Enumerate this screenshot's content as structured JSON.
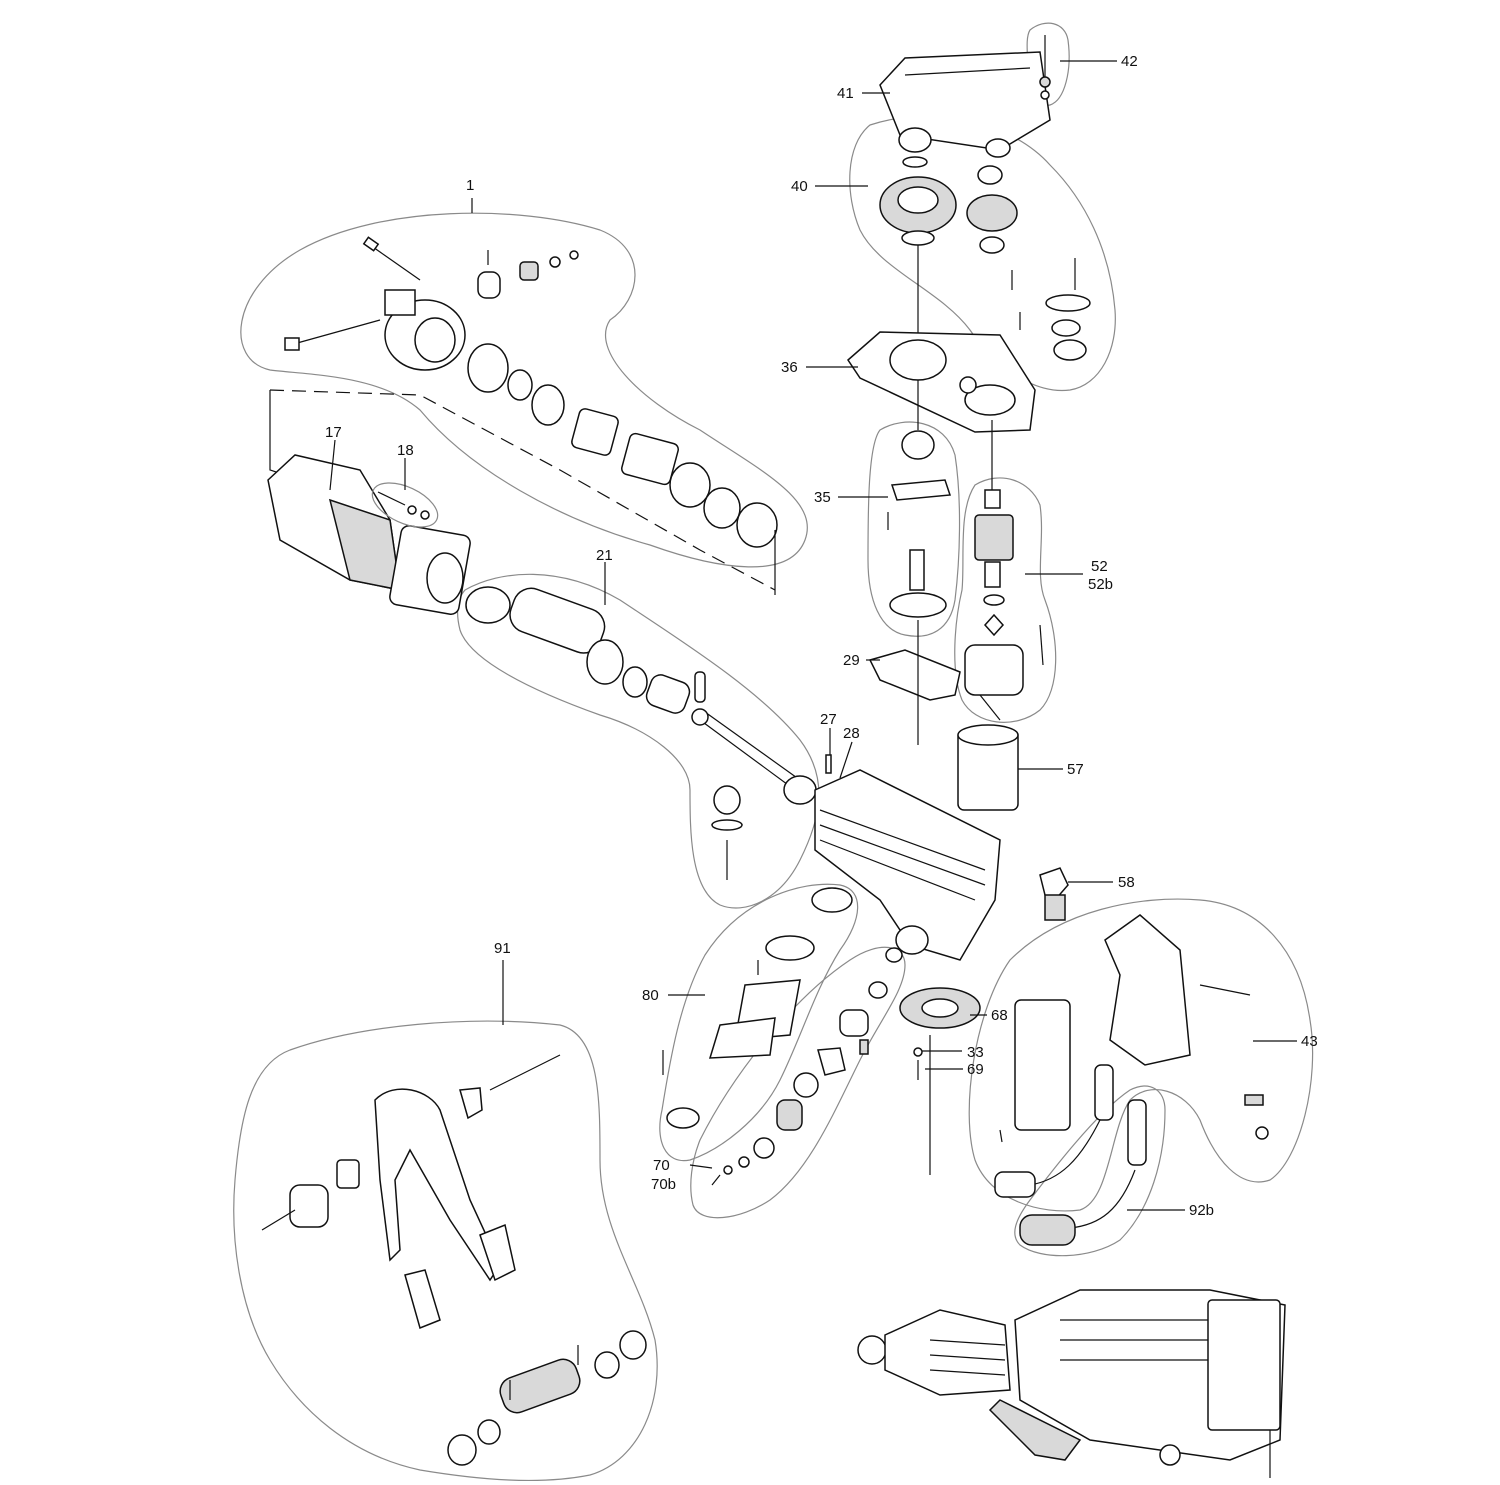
{
  "callouts": [
    {
      "id": "1",
      "text": "1"
    },
    {
      "id": "17",
      "text": "17"
    },
    {
      "id": "18",
      "text": "18"
    },
    {
      "id": "21",
      "text": "21"
    },
    {
      "id": "27",
      "text": "27"
    },
    {
      "id": "28",
      "text": "28"
    },
    {
      "id": "29",
      "text": "29"
    },
    {
      "id": "33",
      "text": "33"
    },
    {
      "id": "35",
      "text": "35"
    },
    {
      "id": "36",
      "text": "36"
    },
    {
      "id": "40",
      "text": "40"
    },
    {
      "id": "41",
      "text": "41"
    },
    {
      "id": "42",
      "text": "42"
    },
    {
      "id": "43",
      "text": "43"
    },
    {
      "id": "52",
      "text": "52"
    },
    {
      "id": "52b",
      "text": "52b"
    },
    {
      "id": "57",
      "text": "57"
    },
    {
      "id": "58",
      "text": "58"
    },
    {
      "id": "68",
      "text": "68"
    },
    {
      "id": "69",
      "text": "69"
    },
    {
      "id": "70",
      "text": "70"
    },
    {
      "id": "70b",
      "text": "70b"
    },
    {
      "id": "80",
      "text": "80"
    },
    {
      "id": "91",
      "text": "91"
    },
    {
      "id": "92b",
      "text": "92b"
    }
  ]
}
